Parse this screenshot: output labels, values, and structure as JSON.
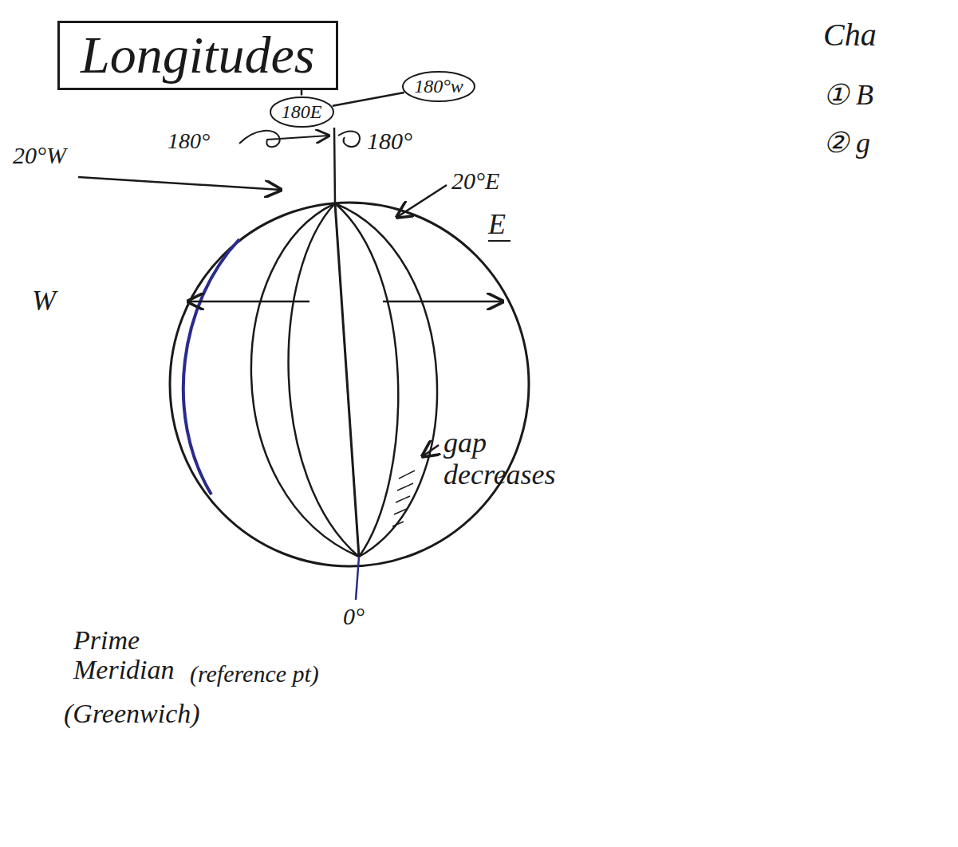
{
  "diagram": {
    "title": "Longitudes",
    "nodes": [
      {
        "text": [
          "Longitudes"
        ]
      },
      {
        "text": [
          "180E"
        ]
      },
      {
        "text": [
          "180°w"
        ]
      }
    ],
    "edges": [
      {
        "from": 0,
        "to": 1,
        "arrow": "none"
      },
      {
        "from": 1,
        "to": 2,
        "arrow": "none"
      }
    ],
    "labels": [
      "180°",
      "180°",
      "20°W",
      "20°E",
      "W",
      "E",
      "gap decreases",
      "0°",
      "Prime Meridian",
      "(reference pt)",
      "(Greenwich)",
      "Cha",
      "① B",
      "② g"
    ]
  }
}
